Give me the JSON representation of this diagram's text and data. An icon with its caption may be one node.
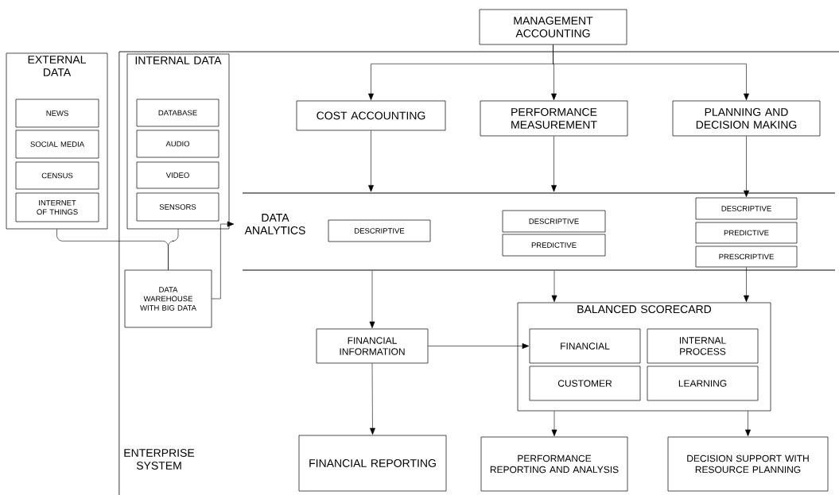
{
  "diagram": {
    "nodes": [
      {
        "text": [
          "EXTERNAL DATA"
        ]
      },
      {
        "text": [
          "NEWS"
        ],
        "in": 0
      },
      {
        "text": [
          "SOCIAL MEDIA"
        ],
        "in": 0
      },
      {
        "text": [
          "CENSUS"
        ],
        "in": 0
      },
      {
        "text": [
          "INTERNET OF THINGS"
        ],
        "in": 0
      },
      {
        "text": [
          "INTERNAL DATA"
        ]
      },
      {
        "text": [
          "DATABASE"
        ],
        "in": 5
      },
      {
        "text": [
          "AUDIO"
        ],
        "in": 5
      },
      {
        "text": [
          "VIDEO"
        ],
        "in": 5
      },
      {
        "text": [
          "SENSORS"
        ],
        "in": 5
      },
      {
        "text": [
          "DATA WAREHOUSE WITH BIG DATA"
        ]
      },
      {
        "text": [
          "DATA ANALYTICS"
        ]
      },
      {
        "text": [
          "MANAGEMENT ACCOUNTING"
        ]
      },
      {
        "text": [
          "COST ACCOUNTING"
        ]
      },
      {
        "text": [
          "PERFORMANCE MEASUREMENT"
        ]
      },
      {
        "text": [
          "PLANNING AND DECISION MAKING"
        ]
      },
      {
        "text": [
          "DESCRIPTIVE"
        ]
      },
      {
        "text": [
          "DESCRIPTIVE"
        ]
      },
      {
        "text": [
          "PREDICTIVE"
        ]
      },
      {
        "text": [
          "DESCRIPTIVE"
        ]
      },
      {
        "text": [
          "PREDICTIVE"
        ]
      },
      {
        "text": [
          "PRESCRIPTIVE"
        ]
      },
      {
        "text": [
          "FINANCIAL INFORMATION"
        ]
      },
      {
        "text": [
          "BALANCED SCORECARD"
        ]
      },
      {
        "text": [
          "FINANCIAL"
        ],
        "in": 23
      },
      {
        "text": [
          "INTERNAL PROCESS"
        ],
        "in": 23
      },
      {
        "text": [
          "CUSTOMER"
        ],
        "in": 23
      },
      {
        "text": [
          "LEARNING"
        ],
        "in": 23
      },
      {
        "text": [
          "FINANCIAL REPORTING"
        ]
      },
      {
        "text": [
          "PERFORMANCE REPORTING AND ANALYSIS"
        ]
      },
      {
        "text": [
          "DECISION SUPPORT WITH RESOURCE PLANNING"
        ]
      }
    ],
    "edges": [
      {
        "from": 0,
        "to": 10,
        "arrow": "none"
      },
      {
        "from": 5,
        "to": 10,
        "arrow": "none"
      },
      {
        "from": 10,
        "to": 11,
        "arrow": "to"
      },
      {
        "from": 12,
        "to": 13,
        "arrow": "to"
      },
      {
        "from": 12,
        "to": 14,
        "arrow": "to"
      },
      {
        "from": 12,
        "to": 15,
        "arrow": "to"
      },
      {
        "from": 13,
        "to": null,
        "arrow": "to"
      },
      {
        "from": 14,
        "to": null,
        "arrow": "to"
      },
      {
        "from": 15,
        "to": 19,
        "arrow": "to"
      },
      {
        "from": null,
        "to": 22,
        "arrow": "to"
      },
      {
        "from": null,
        "to": 23,
        "arrow": "to"
      },
      {
        "from": 21,
        "to": 23,
        "arrow": "to"
      },
      {
        "from": 22,
        "to": 24,
        "arrow": "to"
      },
      {
        "from": 22,
        "to": 28,
        "arrow": "to"
      },
      {
        "from": 23,
        "to": 29,
        "arrow": "to"
      },
      {
        "from": 23,
        "to": 30,
        "arrow": "to"
      }
    ],
    "labels": [
      "ENTERPRISE SYSTEM"
    ]
  }
}
